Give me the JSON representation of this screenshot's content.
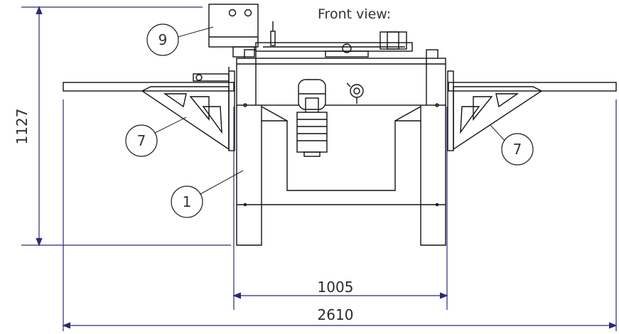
{
  "view_title": "Front view:",
  "dimensions": {
    "height": "1127",
    "frame_width": "1005",
    "overall_width": "2610"
  },
  "callouts": {
    "frame": "1",
    "extension_table_left": "7",
    "extension_table_right": "7",
    "control_box": "9"
  },
  "colors": {
    "dimension_line": "#2a2a78",
    "outline": "#111111",
    "callout_circle": "#222222"
  }
}
